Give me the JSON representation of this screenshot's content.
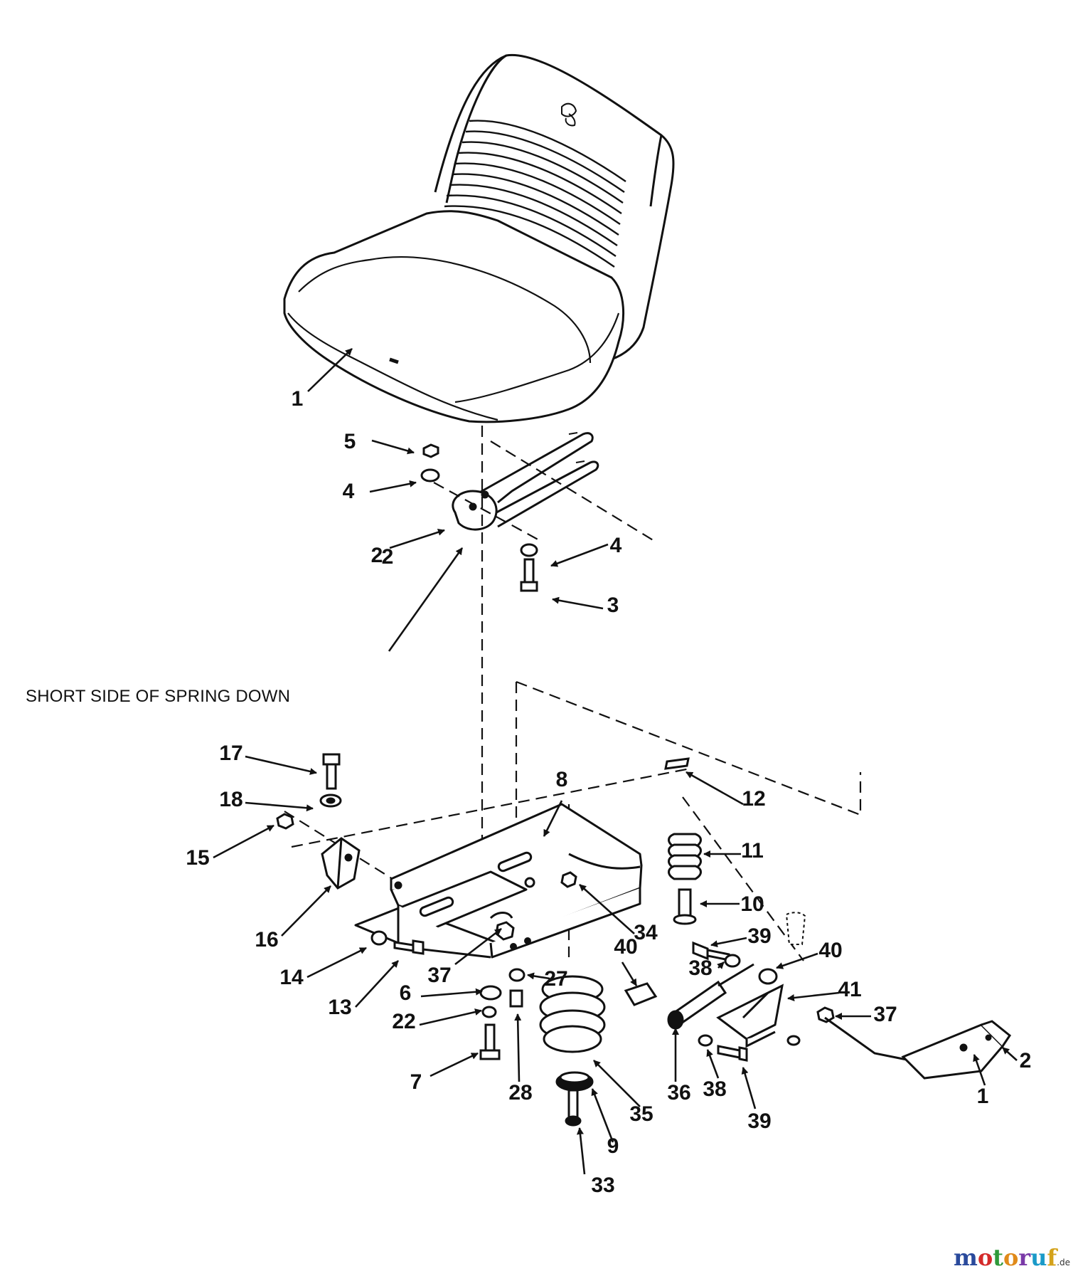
{
  "note": "SHORT SIDE OF SPRING DOWN",
  "callouts": [
    "1",
    "2",
    "3",
    "4",
    "5",
    "4",
    "2",
    "17",
    "18",
    "15",
    "16",
    "14",
    "13",
    "8",
    "12",
    "11",
    "10",
    "34",
    "37",
    "6",
    "27",
    "22",
    "7",
    "28",
    "35",
    "9",
    "33",
    "39",
    "38",
    "40",
    "40",
    "41",
    "37",
    "36",
    "38",
    "39",
    "1",
    "2"
  ],
  "watermark": {
    "letters": [
      "m",
      "o",
      "t",
      "o",
      "r",
      "u",
      "f"
    ],
    "colors": [
      "#2a4a9c",
      "#d42a2a",
      "#2f9a3a",
      "#e08a1a",
      "#7a3aa8",
      "#1a9ac8",
      "#d4a21a"
    ],
    "suffix": ".de"
  }
}
